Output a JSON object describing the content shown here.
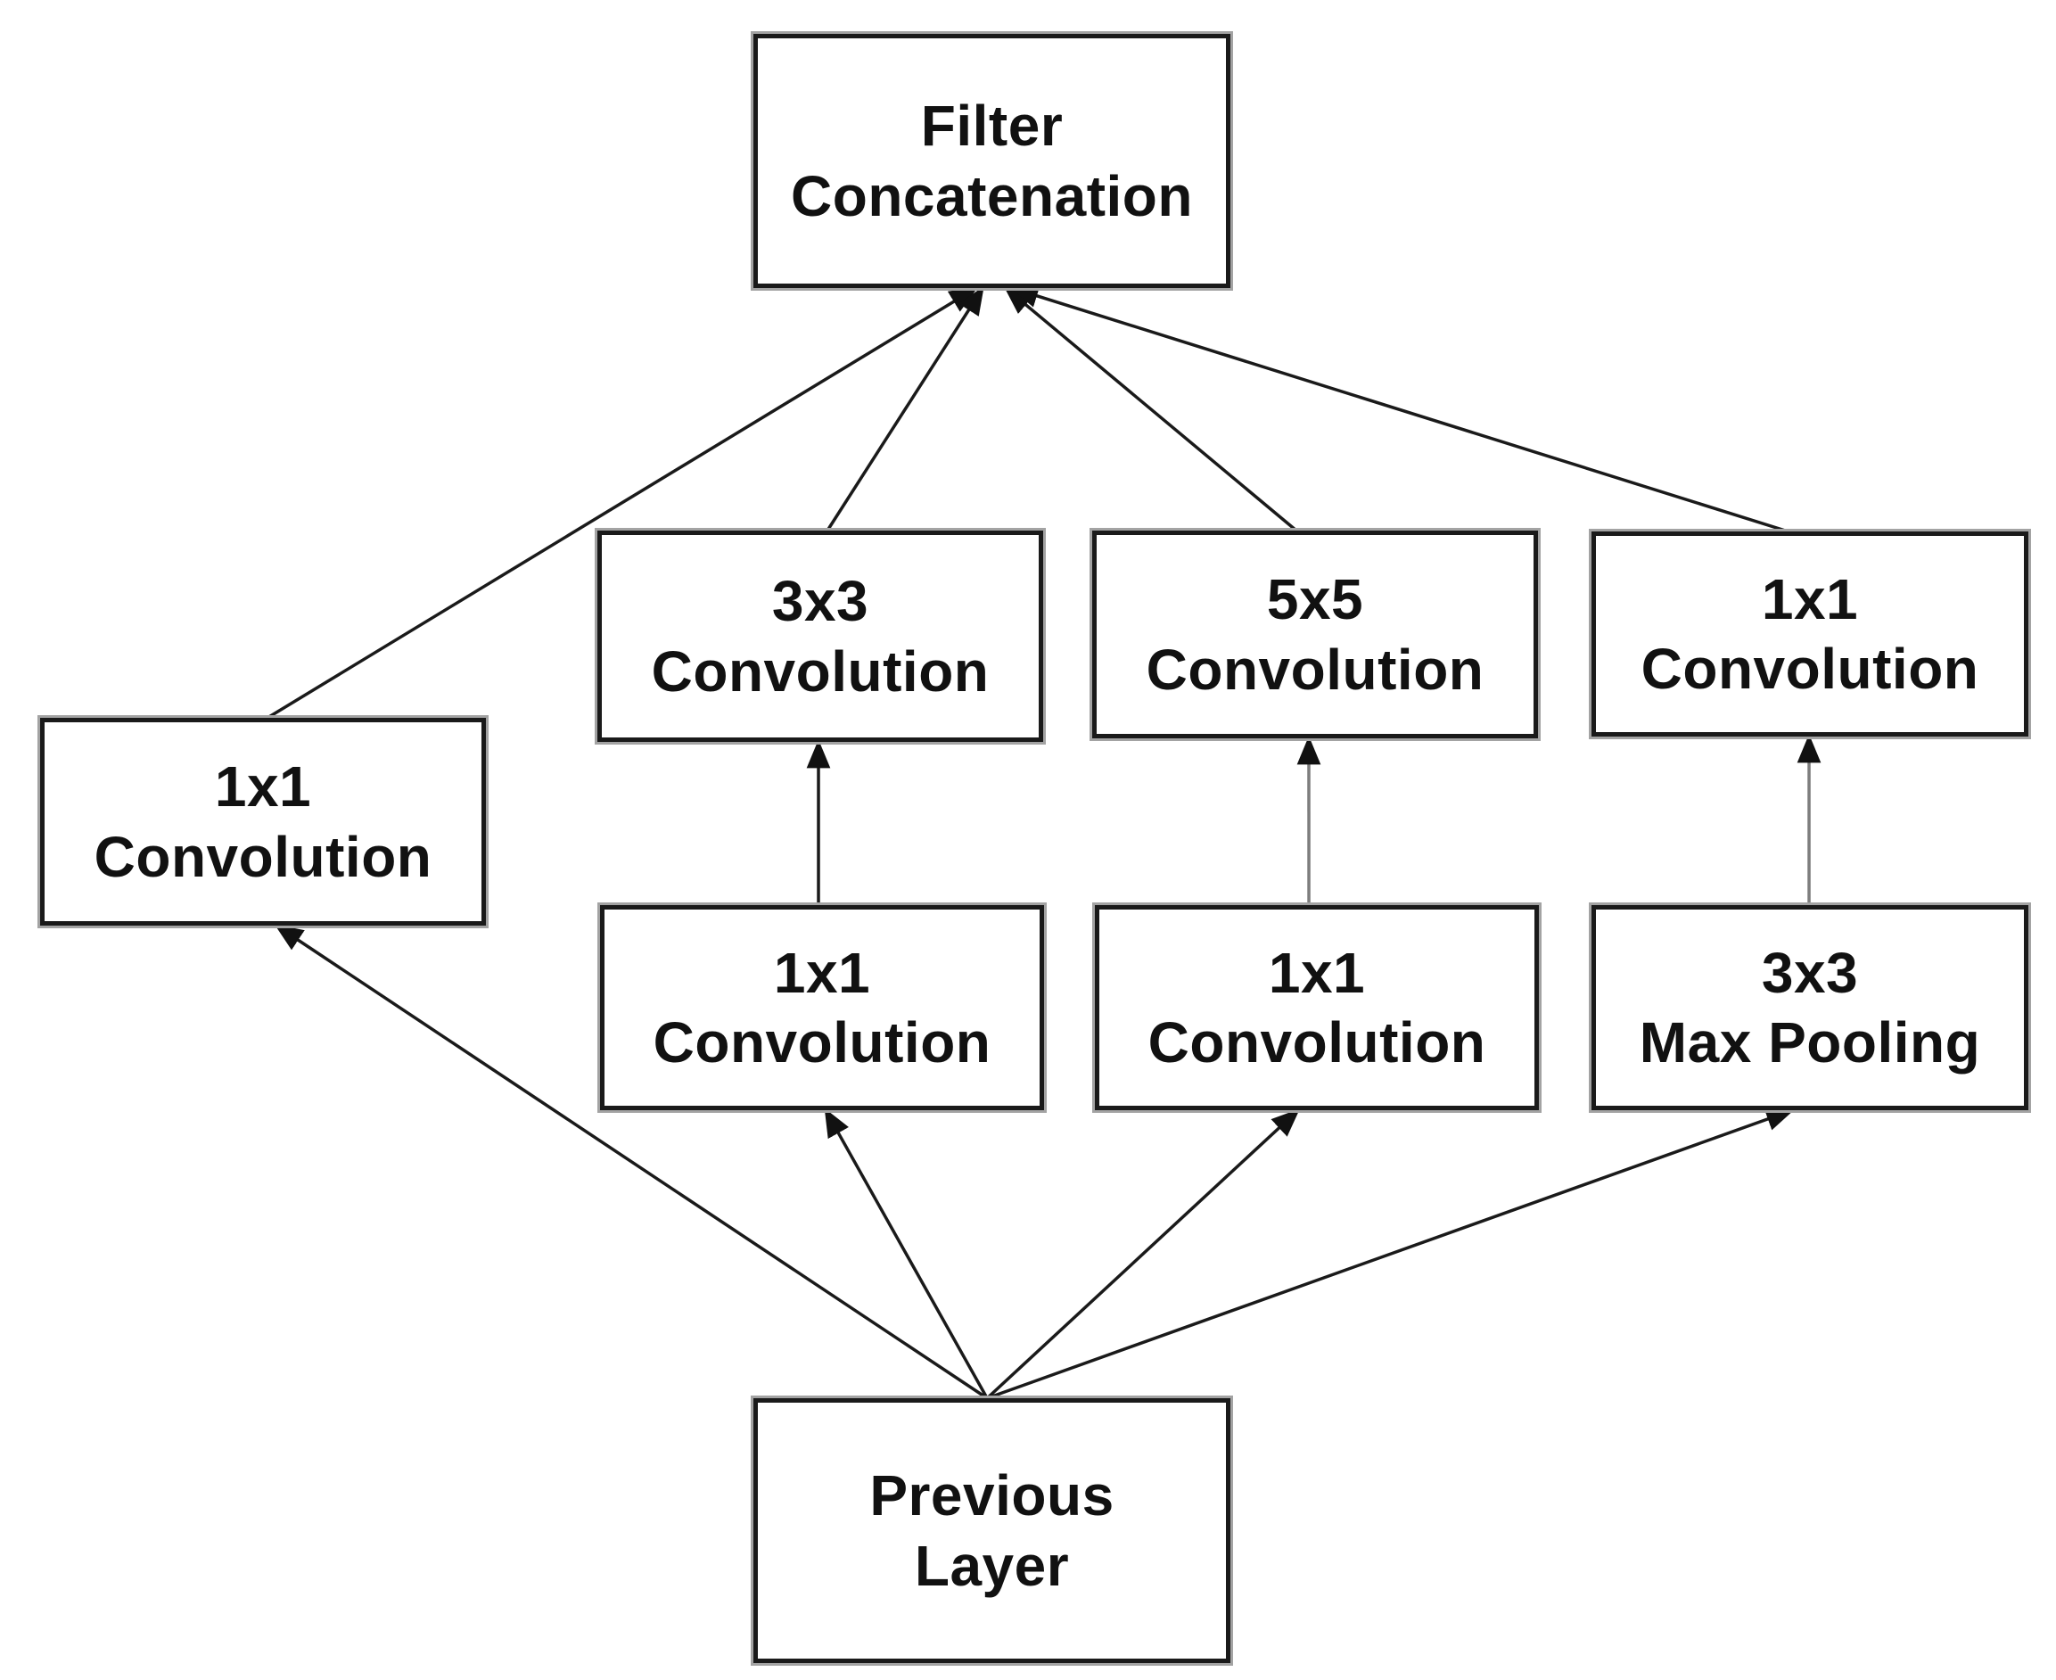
{
  "nodes": {
    "filter_concatenation": {
      "line1": "Filter",
      "line2": "Concatenation"
    },
    "conv3x3": {
      "line1": "3x3",
      "line2": "Convolution"
    },
    "conv5x5": {
      "line1": "5x5",
      "line2": "Convolution"
    },
    "conv1x1_right": {
      "line1": "1x1",
      "line2": "Convolution"
    },
    "conv1x1_left": {
      "line1": "1x1",
      "line2": "Convolution"
    },
    "conv1x1_mid_left": {
      "line1": "1x1",
      "line2": "Convolution"
    },
    "conv1x1_mid_right": {
      "line1": "1x1",
      "line2": "Convolution"
    },
    "maxpool3x3": {
      "line1": "3x3",
      "line2": "Max Pooling"
    },
    "previous_layer": {
      "line1": "Previous",
      "line2": "Layer"
    }
  },
  "edges": [
    {
      "from": "previous_layer",
      "to": "conv1x1_left"
    },
    {
      "from": "previous_layer",
      "to": "conv1x1_mid_left"
    },
    {
      "from": "previous_layer",
      "to": "conv1x1_mid_right"
    },
    {
      "from": "previous_layer",
      "to": "maxpool3x3"
    },
    {
      "from": "conv1x1_mid_left",
      "to": "conv3x3"
    },
    {
      "from": "conv1x1_mid_right",
      "to": "conv5x5"
    },
    {
      "from": "maxpool3x3",
      "to": "conv1x1_right"
    },
    {
      "from": "conv1x1_left",
      "to": "filter_concatenation"
    },
    {
      "from": "conv3x3",
      "to": "filter_concatenation"
    },
    {
      "from": "conv5x5",
      "to": "filter_concatenation"
    },
    {
      "from": "conv1x1_right",
      "to": "filter_concatenation"
    }
  ],
  "colors": {
    "background": "#ffffff",
    "box_border": "#1a1a1a",
    "box_fill": "#ffffff",
    "text": "#111111",
    "arrow": "#1a1a1a",
    "arrow_gray": "#7d7d7d",
    "arrowhead": "#111111"
  }
}
